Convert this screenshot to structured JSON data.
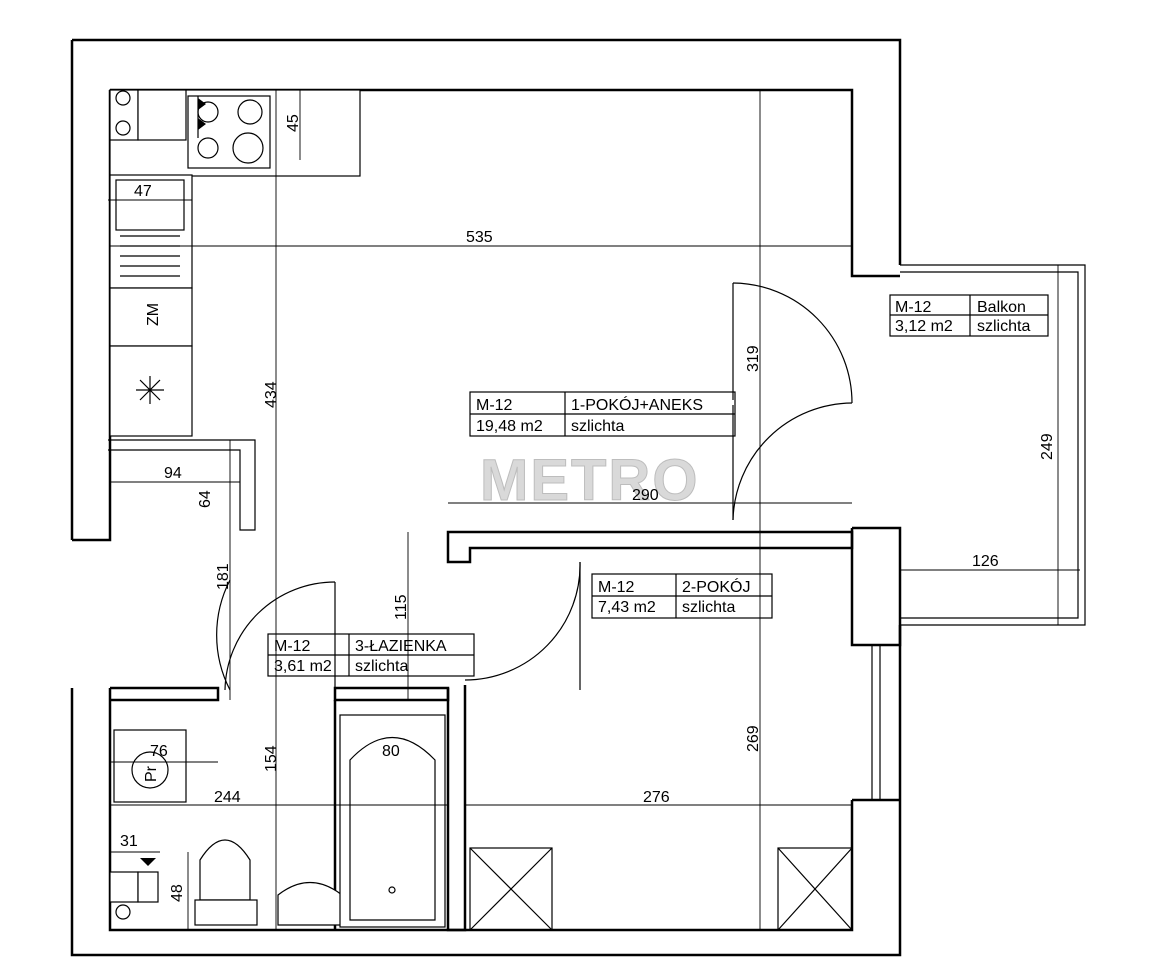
{
  "watermark": "METRO",
  "rooms": [
    {
      "code": "M-12",
      "name": "1-POKÓJ+ANEKS",
      "area": "19,48 m2",
      "finish": "szlichta"
    },
    {
      "code": "M-12",
      "name": "2-POKÓJ",
      "area": "7,43 m2",
      "finish": "szlichta"
    },
    {
      "code": "M-12",
      "name": "3-ŁAZIENKA",
      "area": "3,61 m2",
      "finish": "szlichta"
    },
    {
      "code": "M-12",
      "name": "Balkon",
      "area": "3,12 m2",
      "finish": "szlichta"
    }
  ],
  "fixtures": {
    "fridge": "ZM",
    "washer": "Pr"
  },
  "dimensions": {
    "d535": "535",
    "d434": "434",
    "d319": "319",
    "d290": "290",
    "d249": "249",
    "d126": "126",
    "d269": "269",
    "d276": "276",
    "d244": "244",
    "d154": "154",
    "d115": "115",
    "d181": "181",
    "d94": "94",
    "d64": "64",
    "d47": "47",
    "d45": "45",
    "d80": "80",
    "d76": "76",
    "d31": "31",
    "d48": "48"
  }
}
